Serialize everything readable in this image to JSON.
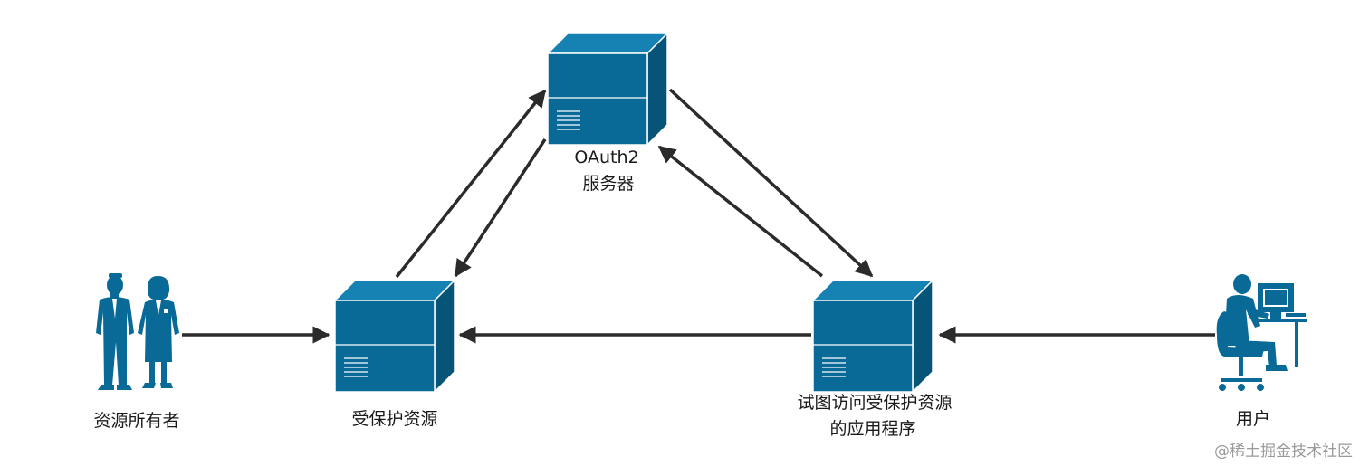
{
  "nodes": {
    "oauth_server": {
      "line1": "OAuth2",
      "line2": "服务器"
    },
    "protected_resource": {
      "label": "受保护资源"
    },
    "client_app": {
      "line1": "试图访问受保护资源",
      "line2": "的应用程序"
    },
    "resource_owner": {
      "label": "资源所有者"
    },
    "user": {
      "label": "用户"
    }
  },
  "watermark": "@稀土掘金技术社区",
  "colors": {
    "server_front": "#0a6a97",
    "server_top": "#1682b3",
    "server_side": "#065478",
    "outline": "#ffffff",
    "arrow": "#2b2b2b",
    "figure": "#0a6a97"
  },
  "icons": {
    "server": "server-box-icon",
    "people": "business-people-icon",
    "user": "computer-user-icon"
  }
}
